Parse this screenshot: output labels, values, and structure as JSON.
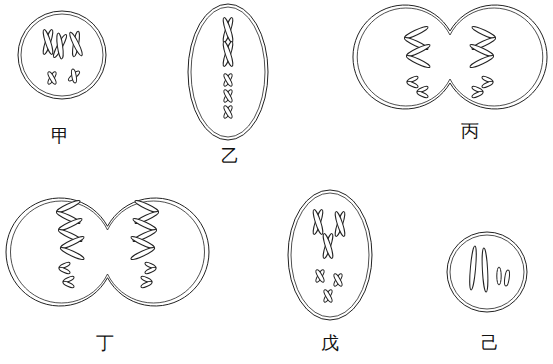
{
  "diagram": {
    "labels": [
      "甲",
      "乙",
      "丙",
      "丁",
      "戊",
      "己"
    ]
  }
}
